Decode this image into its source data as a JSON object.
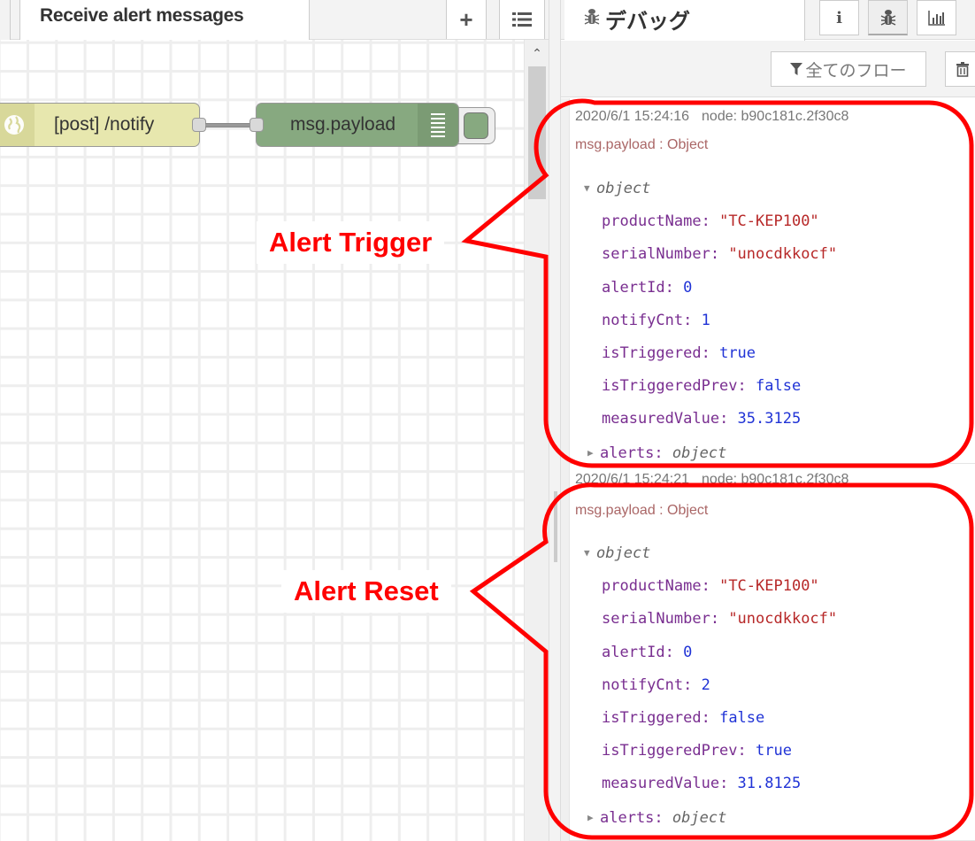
{
  "workspace": {
    "tab_title": "Receive alert messages",
    "add_button_icon": "plus-icon",
    "list_button_icon": "list-icon",
    "nodes": [
      {
        "type": "http-in",
        "label": "[post] /notify",
        "icon": "globe-icon",
        "color": "#e7e7ae"
      },
      {
        "type": "debug",
        "label": "msg.payload",
        "icon": "list-lines-icon",
        "color": "#87a980"
      }
    ]
  },
  "sidebar": {
    "tab_title": "デバッグ",
    "tab_icon": "bug-icon",
    "buttons": [
      {
        "name": "info",
        "label": "i",
        "icon": "info-icon"
      },
      {
        "name": "debug",
        "icon": "bug-icon"
      },
      {
        "name": "chart",
        "icon": "bar-chart-icon"
      }
    ],
    "filter_label": "全てのフロー",
    "filter_icon": "filter-icon",
    "clear_icon": "trash-icon",
    "messages": [
      {
        "timestamp": "2020/6/1 15:24:16",
        "node": "node: b90c181c.2f30c8",
        "topic": "msg.payload : Object",
        "root_label": "object",
        "fields": [
          {
            "key": "productName",
            "value": "\"TC-KEP100\"",
            "kind": "str"
          },
          {
            "key": "serialNumber",
            "value": "\"unocdkkocf\"",
            "kind": "str"
          },
          {
            "key": "alertId",
            "value": "0",
            "kind": "num"
          },
          {
            "key": "notifyCnt",
            "value": "1",
            "kind": "num"
          },
          {
            "key": "isTriggered",
            "value": "true",
            "kind": "bool"
          },
          {
            "key": "isTriggeredPrev",
            "value": "false",
            "kind": "bool"
          },
          {
            "key": "measuredValue",
            "value": "35.3125",
            "kind": "num"
          }
        ],
        "collapsed": {
          "key": "alerts",
          "value": "object"
        }
      },
      {
        "timestamp": "2020/6/1 15:24:21",
        "node": "node: b90c181c.2f30c8",
        "topic": "msg.payload : Object",
        "root_label": "object",
        "fields": [
          {
            "key": "productName",
            "value": "\"TC-KEP100\"",
            "kind": "str"
          },
          {
            "key": "serialNumber",
            "value": "\"unocdkkocf\"",
            "kind": "str"
          },
          {
            "key": "alertId",
            "value": "0",
            "kind": "num"
          },
          {
            "key": "notifyCnt",
            "value": "2",
            "kind": "num"
          },
          {
            "key": "isTriggered",
            "value": "false",
            "kind": "bool"
          },
          {
            "key": "isTriggeredPrev",
            "value": "true",
            "kind": "bool"
          },
          {
            "key": "measuredValue",
            "value": "31.8125",
            "kind": "num"
          }
        ],
        "collapsed": {
          "key": "alerts",
          "value": "object"
        }
      }
    ]
  },
  "annotations": {
    "trigger_label": "Alert Trigger",
    "reset_label": "Alert Reset",
    "color": "#ff0000"
  }
}
